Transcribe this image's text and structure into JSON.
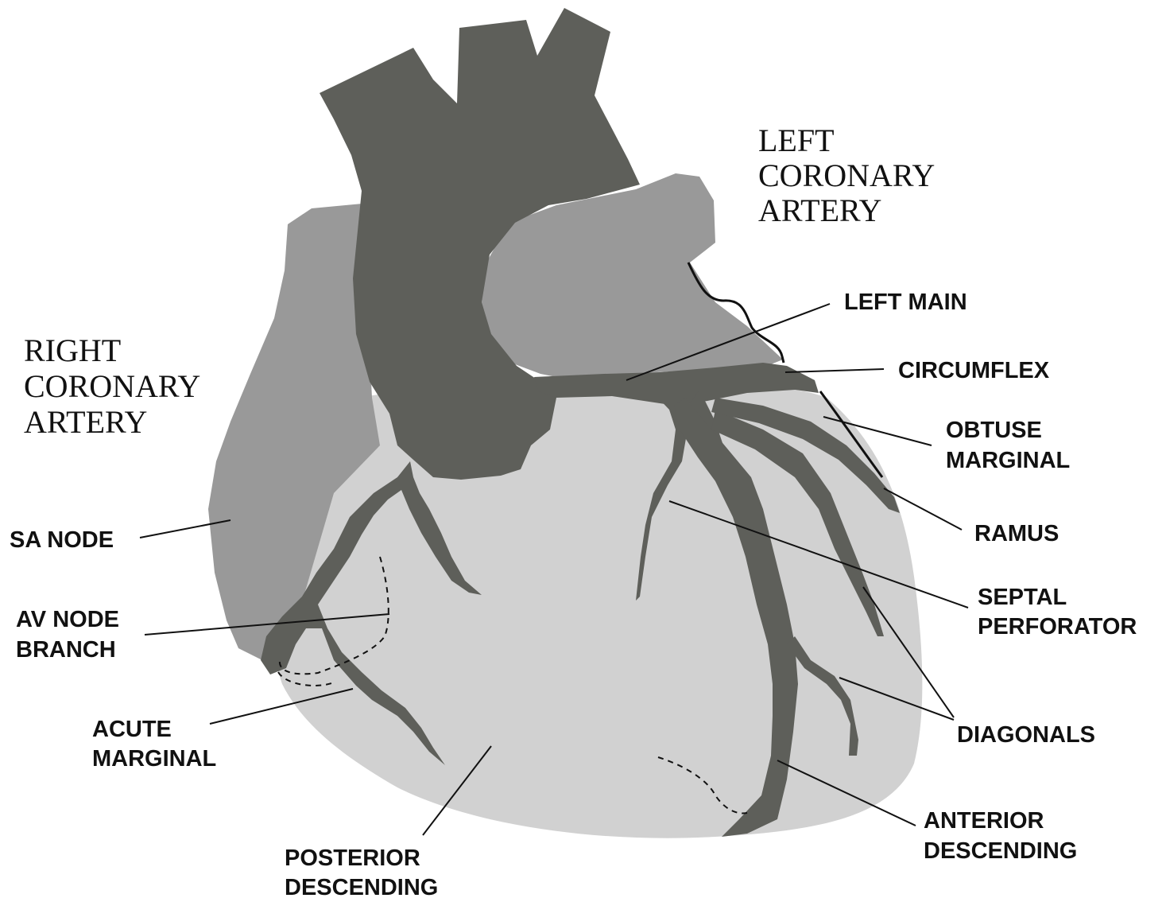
{
  "colors": {
    "ventricle": "#d1d1d1",
    "atrium": "#999999",
    "vessels": "#5e5f5a",
    "ink": "#111111",
    "background": "#ffffff"
  },
  "titles": {
    "right_coronary": [
      "RIGHT",
      "CORONARY",
      "ARTERY"
    ],
    "left_coronary": [
      "LEFT",
      "CORONARY",
      "ARTERY"
    ]
  },
  "labels": {
    "left_main": [
      "LEFT MAIN"
    ],
    "circumflex": [
      "CIRCUMFLEX"
    ],
    "obtuse_marginal": [
      "OBTUSE",
      "MARGINAL"
    ],
    "ramus": [
      "RAMUS"
    ],
    "septal_perforator": [
      "SEPTAL",
      "PERFORATOR"
    ],
    "diagonals": [
      "DIAGONALS"
    ],
    "anterior_descending": [
      "ANTERIOR",
      "DESCENDING"
    ],
    "posterior_descending": [
      "POSTERIOR",
      "DESCENDING"
    ],
    "acute_marginal": [
      "ACUTE",
      "MARGINAL"
    ],
    "av_node_branch": [
      "AV NODE",
      "BRANCH"
    ],
    "sa_node": [
      "SA NODE"
    ]
  }
}
